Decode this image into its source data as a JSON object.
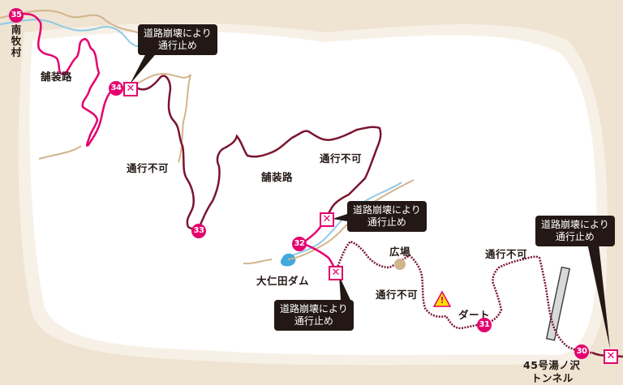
{
  "map": {
    "colors": {
      "background_outer": "#efe3d1",
      "background_inner": "#ffffff",
      "paved_route": "#e4006e",
      "closed_route": "#7a1530",
      "river": "#8ecae6",
      "road": "#d2b48c",
      "callout_bg": "#231815",
      "warning": "#ffe000"
    },
    "place_labels": {
      "village": "南牧村",
      "paved_1": "舗装路",
      "paved_2": "舗装路",
      "impassable_1": "通行不可",
      "impassable_2": "通行不可",
      "impassable_3": "通行不可",
      "impassable_4": "通行不可",
      "dam": "大仁田ダム",
      "plaza": "広場",
      "dirt": "ダート",
      "tunnel_line1": "45号湯ノ沢",
      "tunnel_line2": "トンネル"
    },
    "callouts": [
      {
        "text": "道路崩壊により\n通行止め"
      },
      {
        "text": "道路崩壊により\n通行止め"
      },
      {
        "text": "道路崩壊により\n通行止め"
      },
      {
        "text": "道路崩壊により\n通行止め"
      }
    ],
    "markers": [
      {
        "num": "35"
      },
      {
        "num": "34"
      },
      {
        "num": "33"
      },
      {
        "num": "32"
      },
      {
        "num": "31"
      },
      {
        "num": "30"
      }
    ],
    "closure_icon": "✕",
    "warning_icon": "!"
  }
}
